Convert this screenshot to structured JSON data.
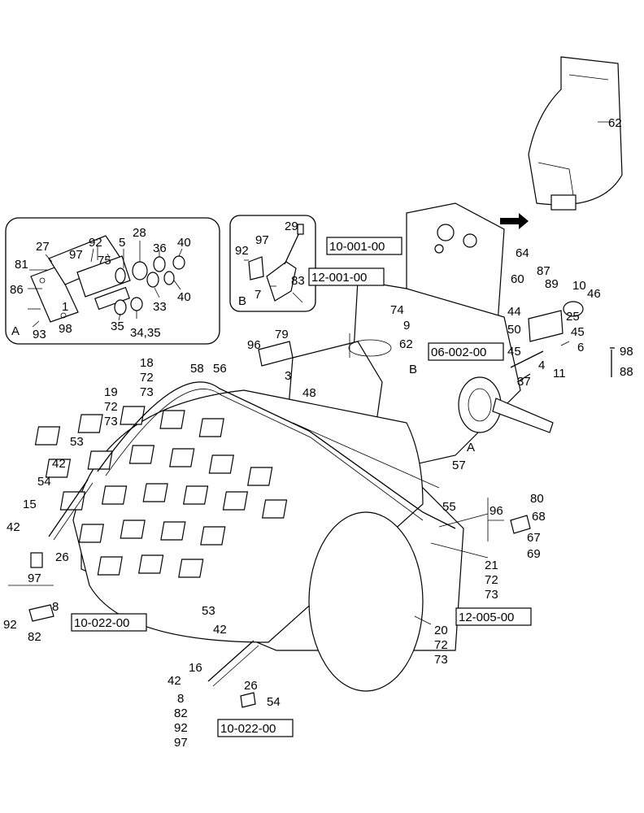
{
  "references": [
    "10-001-00",
    "12-001-00",
    "06-002-00",
    "12-005-00",
    "10-022-00",
    "10-022-00"
  ],
  "callouts": {
    "inset_A": [
      "27",
      "92",
      "97",
      "5",
      "28",
      "36",
      "40",
      "81",
      "75",
      "86",
      "1",
      "33",
      "40",
      "A",
      "93",
      "98",
      "35",
      "34,35"
    ],
    "inset_B": [
      "29",
      "92",
      "97",
      "83",
      "B",
      "7"
    ],
    "cabin": [
      "62",
      "64",
      "60",
      "87",
      "89",
      "10",
      "46",
      "74",
      "44",
      "25",
      "9",
      "50",
      "45",
      "62",
      "45",
      "6",
      "98",
      "4",
      "11",
      "88",
      "37"
    ],
    "frame": [
      "96",
      "79",
      "3",
      "18",
      "72",
      "73",
      "58",
      "56",
      "19",
      "72",
      "73",
      "48",
      "B",
      "A",
      "57",
      "53",
      "42",
      "54",
      "15",
      "42",
      "26",
      "55",
      "96",
      "80",
      "68",
      "67",
      "69",
      "21",
      "72",
      "73",
      "97",
      "8",
      "92",
      "82",
      "53",
      "42",
      "20",
      "72",
      "73",
      "16",
      "26",
      "42",
      "54",
      "8",
      "82",
      "92",
      "97"
    ]
  }
}
